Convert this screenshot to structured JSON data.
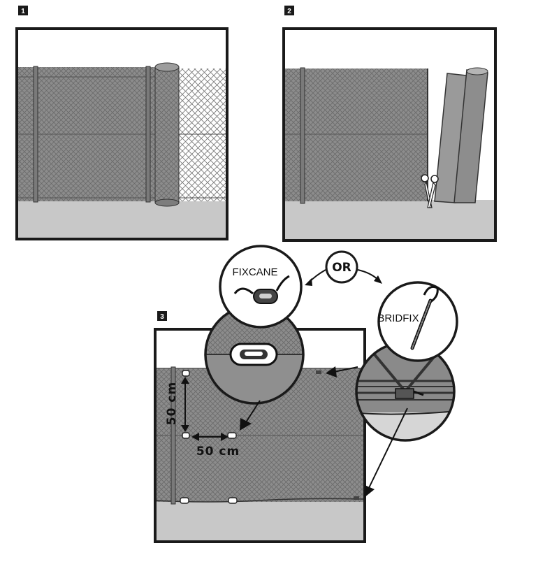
{
  "steps": [
    {
      "number": "1"
    },
    {
      "number": "2"
    },
    {
      "number": "3"
    }
  ],
  "callouts": {
    "fixcane": "FIXCANE",
    "or": "OR",
    "bridfix": "BRIDFIX"
  },
  "dimensions": {
    "vertical": "50 cm",
    "horizontal": "50 cm"
  },
  "colors": {
    "frame": "#1a1a1a",
    "mesh_fill": "#8a8a8a",
    "ground": "#c8c8c8",
    "roll": "#9a9a9a",
    "white": "#ffffff"
  }
}
